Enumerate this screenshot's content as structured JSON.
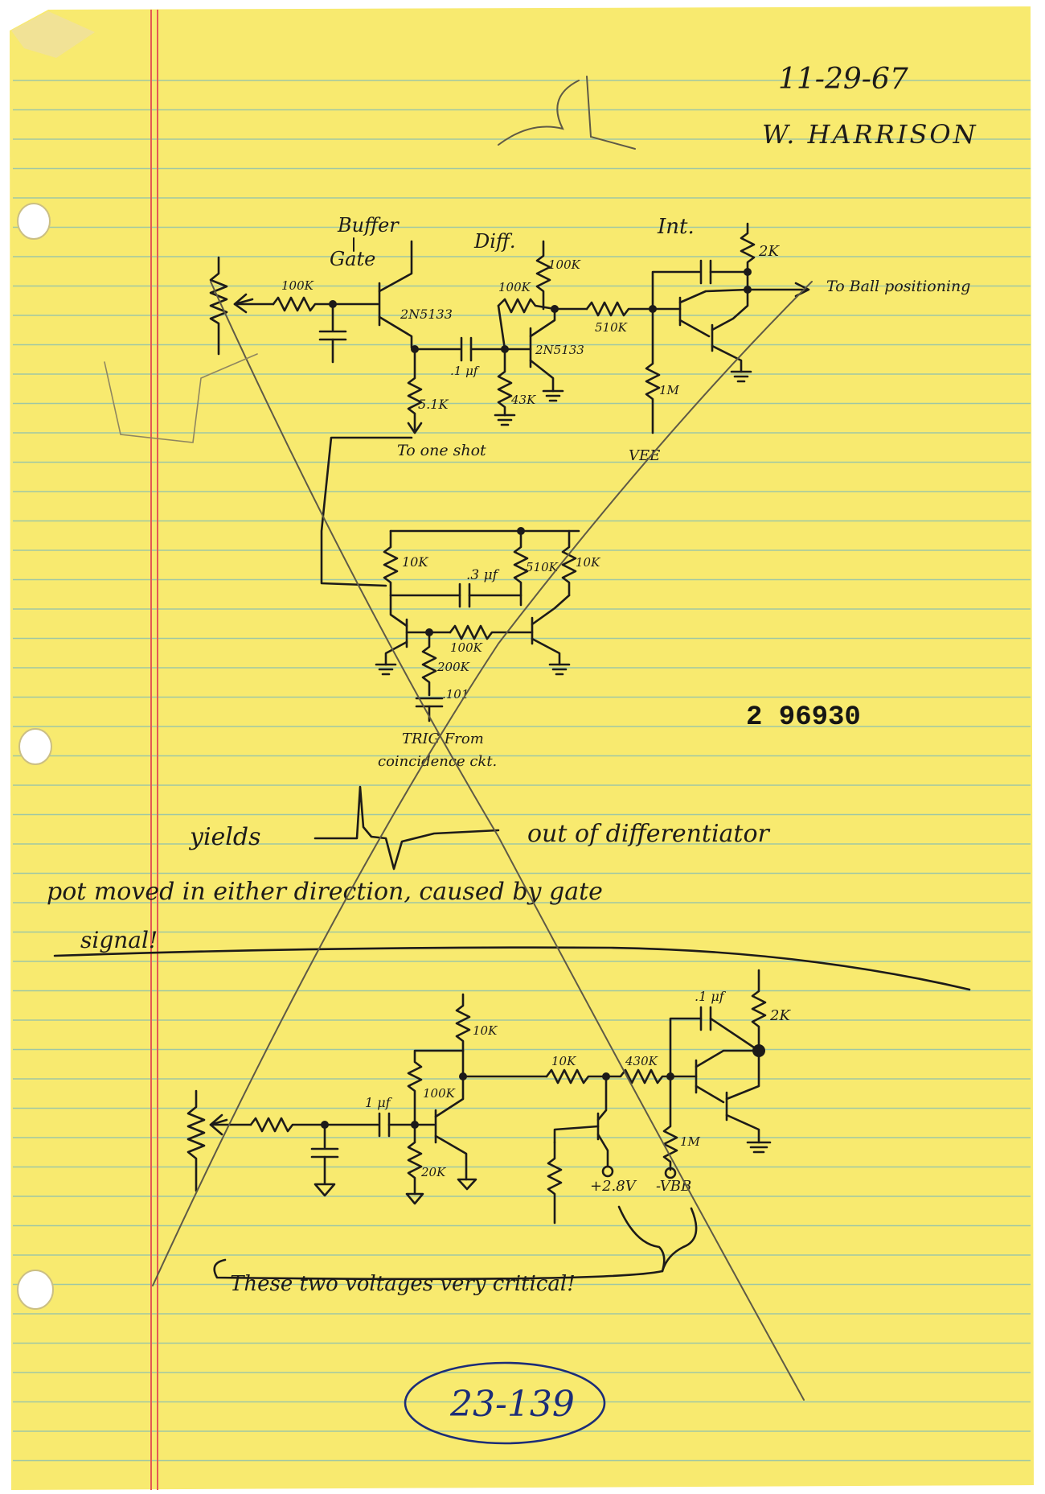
{
  "document": {
    "date": "11-29-67",
    "author": "W. HARRISON",
    "serial_number": "2  96930",
    "circled_number": "23-139"
  },
  "upper_circuit": {
    "labels": {
      "buffer": "Buffer",
      "gate": "Gate",
      "diff": "Diff.",
      "int": "Int.",
      "r_100k_a": "100K",
      "transistor_a": "2N5133",
      "r_51k": "5.1K",
      "cap_1uf": ".1 μf",
      "r_100k_b": "100K",
      "r_100k_c": "100K",
      "transistor_b": "2N5133",
      "r_43k": "43K",
      "r_510k": "510K",
      "r_2k": "2K",
      "r_1m": "1M",
      "vee": "VEE",
      "to_ball": "To  Ball positioning",
      "to_one_shot": "To one shot"
    }
  },
  "one_shot": {
    "labels": {
      "r_10k_a": "10K",
      "cap_3uf": ".3 μf",
      "r_510k": "510K",
      "r_10k_b": "10K",
      "r_100k": "100K",
      "r_200k": "200K",
      "cap_101": ".101",
      "trig_line1": "TRIG From",
      "trig_line2": "coincidence ckt."
    }
  },
  "notes": {
    "yields": "yields",
    "out_of": "out of differentiator",
    "line2": "pot moved in either direction, caused by gate",
    "line3": "signal!",
    "critical": "These two voltages very critical!"
  },
  "lower_circuit": {
    "labels": {
      "cap_1uf_a": "1 μf",
      "r_100k": "100K",
      "r_20k": "20K",
      "r_10k_a": "10K",
      "r_10k_b": "10K",
      "r_430k": "430K",
      "r_1m": "1M",
      "cap_1uf_b": ".1 μf",
      "r_2k": "2K",
      "v_plus": "+2.8V",
      "v_minus": "-VBB"
    }
  },
  "colors": {
    "paper": "#f8ea6f",
    "rule_line": "#9fc7a4",
    "margin_line": "#e45a53",
    "ink": "#1d1b19",
    "blue_ink": "#1c2d78"
  }
}
